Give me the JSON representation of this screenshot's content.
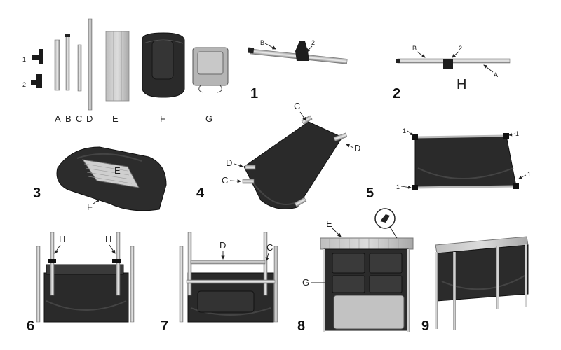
{
  "parts": {
    "connector_1": "1",
    "connector_2": "2",
    "A": "A",
    "B": "B",
    "C": "C",
    "D": "D",
    "E": "E",
    "F": "F",
    "G": "G"
  },
  "step1": {
    "number": "1",
    "label_b": "B",
    "label_2": "2"
  },
  "step2": {
    "number": "2",
    "label_b": "B",
    "label_2": "2",
    "label_a": "A",
    "label_h": "H"
  },
  "step3": {
    "number": "3",
    "label_e": "E",
    "label_f": "F"
  },
  "step4": {
    "number": "4",
    "label_c_top": "C",
    "label_d_right": "D",
    "label_d_left": "D",
    "label_c_left": "C"
  },
  "step5": {
    "number": "5",
    "label_1": "1"
  },
  "step6": {
    "number": "6",
    "label_h_left": "H",
    "label_h_right": "H"
  },
  "step7": {
    "number": "7",
    "label_d": "D",
    "label_c": "C"
  },
  "step8": {
    "number": "8",
    "label_e": "E",
    "label_g": "G"
  },
  "step9": {
    "number": "9"
  }
}
